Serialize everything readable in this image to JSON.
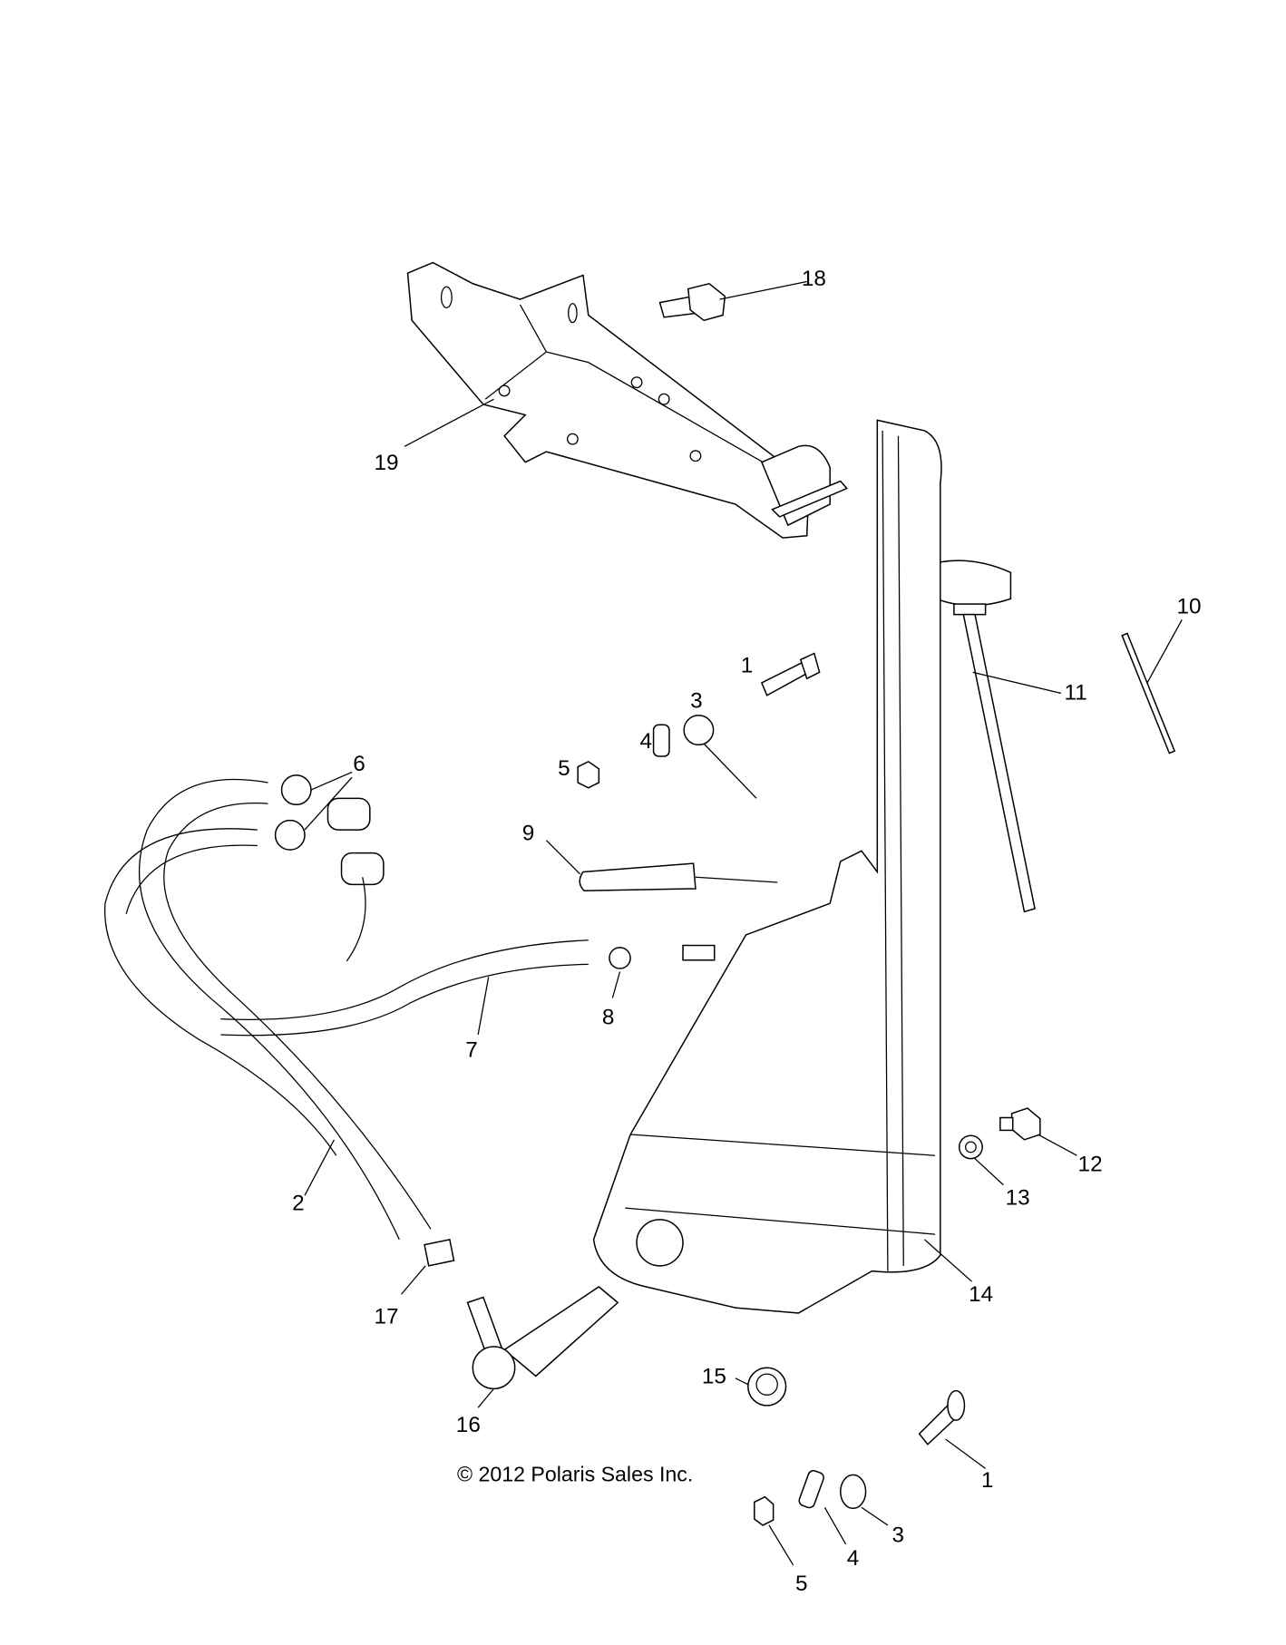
{
  "copyright": "© 2012 Polaris Sales Inc.",
  "callouts": [
    {
      "id": "18",
      "label": "18"
    },
    {
      "id": "19",
      "label": "19"
    },
    {
      "id": "10",
      "label": "10"
    },
    {
      "id": "11",
      "label": "11"
    },
    {
      "id": "1a",
      "label": "1"
    },
    {
      "id": "3a",
      "label": "3"
    },
    {
      "id": "4a",
      "label": "4"
    },
    {
      "id": "5a",
      "label": "5"
    },
    {
      "id": "6",
      "label": "6"
    },
    {
      "id": "9",
      "label": "9"
    },
    {
      "id": "8",
      "label": "8"
    },
    {
      "id": "7",
      "label": "7"
    },
    {
      "id": "12",
      "label": "12"
    },
    {
      "id": "13",
      "label": "13"
    },
    {
      "id": "2",
      "label": "2"
    },
    {
      "id": "14",
      "label": "14"
    },
    {
      "id": "17",
      "label": "17"
    },
    {
      "id": "15",
      "label": "15"
    },
    {
      "id": "16",
      "label": "16"
    },
    {
      "id": "1b",
      "label": "1"
    },
    {
      "id": "3b",
      "label": "3"
    },
    {
      "id": "4b",
      "label": "4"
    },
    {
      "id": "5b",
      "label": "5"
    }
  ]
}
